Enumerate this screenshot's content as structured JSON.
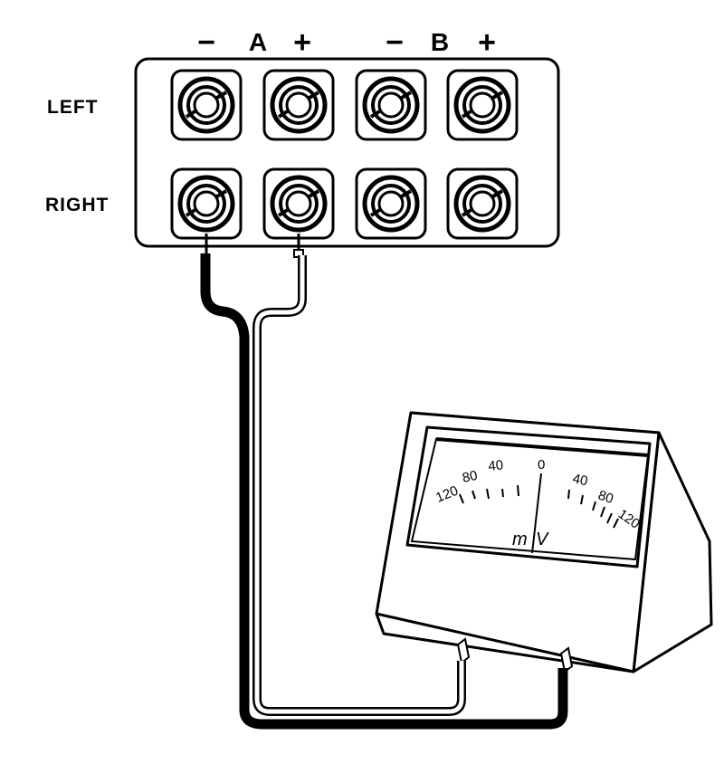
{
  "panel": {
    "rows": [
      {
        "label": "LEFT"
      },
      {
        "label": "RIGHT"
      }
    ],
    "groups": [
      {
        "name": "A",
        "minus": "−",
        "plus": "+"
      },
      {
        "name": "B",
        "minus": "−",
        "plus": "+"
      }
    ]
  },
  "meter": {
    "scale_left": [
      "120",
      "80",
      "40"
    ],
    "zero": "0",
    "scale_right": [
      "40",
      "80",
      "120"
    ],
    "unit_m": "m",
    "unit_v": "V"
  }
}
